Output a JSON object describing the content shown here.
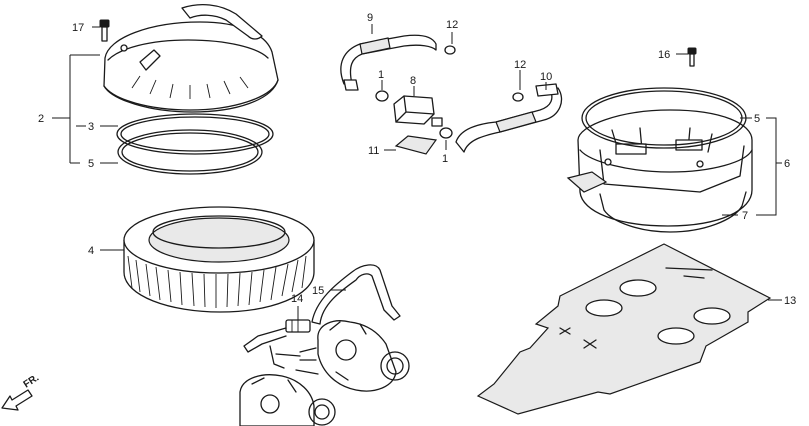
{
  "callouts": [
    {
      "id": "c1a",
      "text": "1"
    },
    {
      "id": "c1b",
      "text": "1"
    },
    {
      "id": "c2",
      "text": "2"
    },
    {
      "id": "c3",
      "text": "3"
    },
    {
      "id": "c4",
      "text": "4"
    },
    {
      "id": "c5a",
      "text": "5"
    },
    {
      "id": "c5b",
      "text": "5"
    },
    {
      "id": "c6",
      "text": "6"
    },
    {
      "id": "c7",
      "text": "7"
    },
    {
      "id": "c8",
      "text": "8"
    },
    {
      "id": "c9",
      "text": "9"
    },
    {
      "id": "c10",
      "text": "10"
    },
    {
      "id": "c11",
      "text": "11"
    },
    {
      "id": "c12a",
      "text": "12"
    },
    {
      "id": "c12b",
      "text": "12"
    },
    {
      "id": "c13",
      "text": "13"
    },
    {
      "id": "c14",
      "text": "14"
    },
    {
      "id": "c15",
      "text": "15"
    },
    {
      "id": "c16",
      "text": "16"
    },
    {
      "id": "c17",
      "text": "17"
    }
  ],
  "direction_marker": {
    "label": "FR.",
    "icon": "arrow-down-left-icon"
  }
}
